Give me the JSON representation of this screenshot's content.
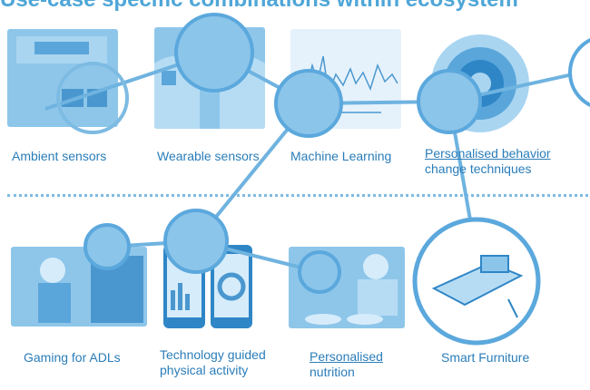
{
  "title": "Use-case specific combinations within ecosystem",
  "upper_row": [
    {
      "label": "Ambient sensors"
    },
    {
      "label": "Wearable sensors"
    },
    {
      "label": "Machine Learning"
    },
    {
      "label_line1": "Personalised behavior",
      "label_line2": "change techniques"
    }
  ],
  "lower_row": [
    {
      "label": "Gaming for ADLs"
    },
    {
      "label_line1": "Technology guided",
      "label_line2": "physical activity"
    },
    {
      "label_line1": "Personalised",
      "label_line2": "nutrition"
    },
    {
      "label": "Smart Furniture"
    }
  ],
  "colors": {
    "accent": "#2a7db9",
    "tile": "#8ec6ea",
    "node": "#8cc5ea",
    "node_border": "#5ba8dd"
  }
}
